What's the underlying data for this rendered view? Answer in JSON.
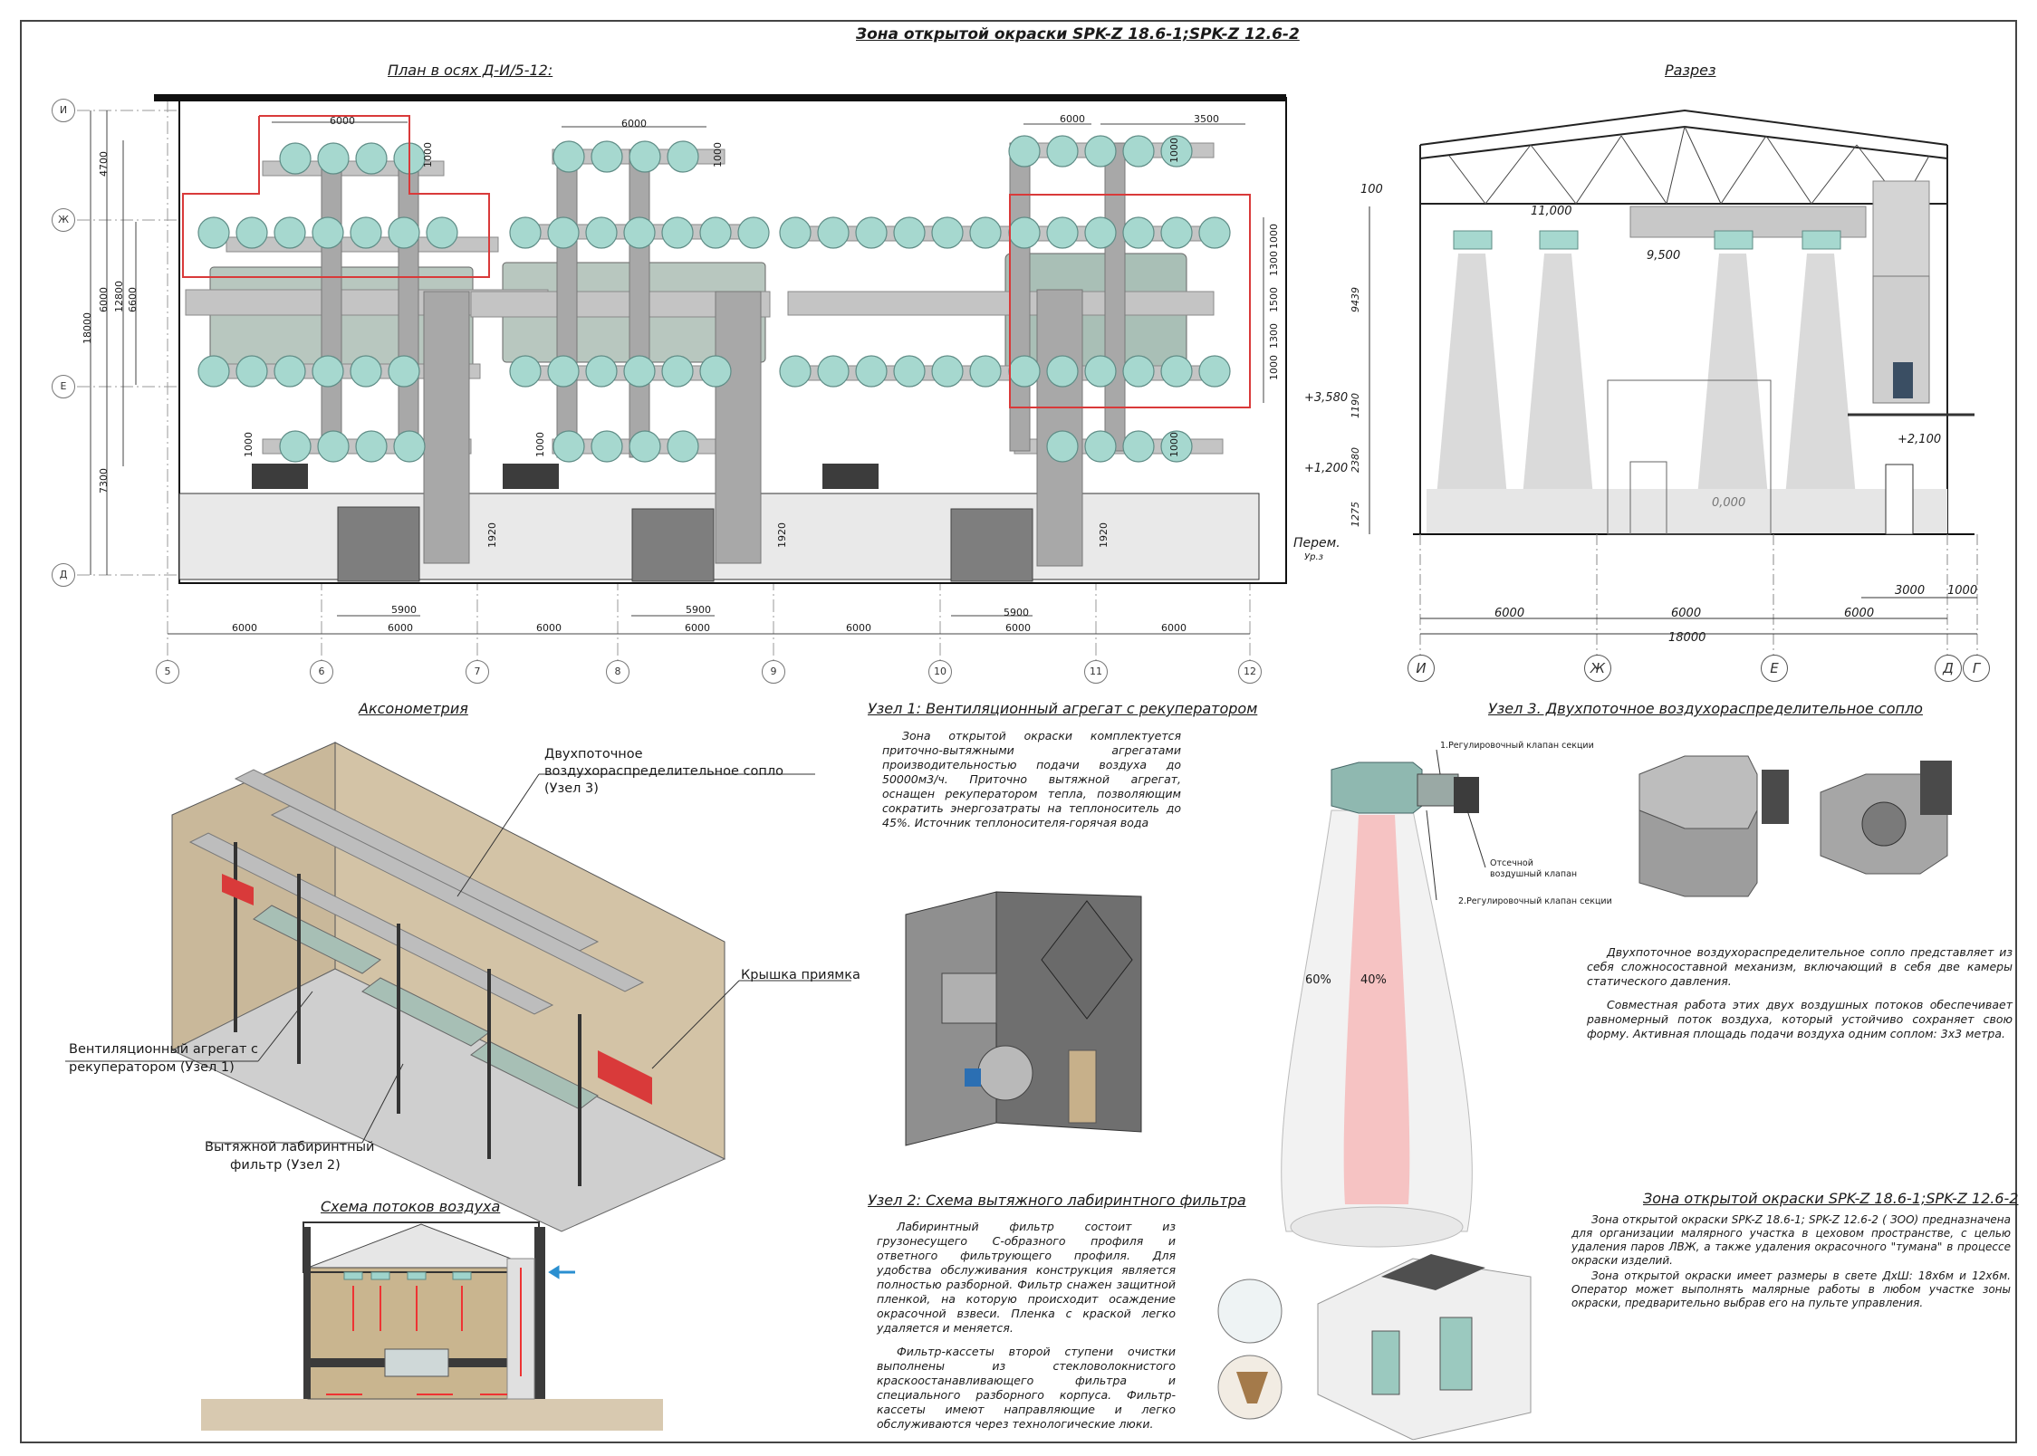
{
  "sheet": {
    "title": "Зона открытой окраски SPK-Z 18.6-1;SPK-Z 12.6-2"
  },
  "plan": {
    "title": "План в осях Д-И/5-12:",
    "row_axes": [
      "И",
      "Ж",
      "Е",
      "Д"
    ],
    "col_axes": [
      "5",
      "6",
      "7",
      "8",
      "9",
      "10",
      "11",
      "12"
    ],
    "bottom_dims": [
      "6000",
      "6000",
      "6000",
      "6000",
      "6000",
      "6000",
      "6000"
    ],
    "sub_dims": [
      "5900",
      "5900",
      "5900"
    ],
    "top_dims": [
      "6000",
      "6000",
      "6000",
      "3500"
    ],
    "left_outer": "18000",
    "left_inner": [
      "4700",
      "6000",
      "12800",
      "6600",
      "7300"
    ],
    "small_dims": [
      "1000",
      "1000",
      "1000",
      "1000",
      "1000",
      "1000"
    ],
    "right_dims": [
      "1000",
      "1300",
      "1500",
      "1300",
      "1000"
    ],
    "pit_dims": [
      "1920",
      "1920",
      "1920"
    ]
  },
  "section": {
    "title": "Разрез",
    "levels": [
      "11,000",
      "9,500",
      "+3,580",
      "+1,200",
      "0,000",
      "+2,100",
      "100"
    ],
    "left_dims": [
      "9439",
      "1190",
      "2380",
      "1275"
    ],
    "ground_label": "Перем.",
    "ground_sub": "Ур.з",
    "axes": [
      "И",
      "Ж",
      "Е",
      "Д",
      "Г"
    ],
    "bottom_dims": [
      "6000",
      "6000",
      "6000",
      "3000",
      "1000"
    ],
    "total": "18000"
  },
  "axo": {
    "title": "Аксонометрия",
    "callout_nozzle": "Двухпоточное воздухораспределительное сопло (Узел 3)",
    "callout_pit": "Крышка приямка",
    "callout_unit_l1": "Вентиляционный агрегат с",
    "callout_unit_l2": "рекуператором (Узел 1)",
    "callout_filter_l1": "Вытяжной лабиринтный",
    "callout_filter_l2": "фильтр (Узел 2)"
  },
  "flows": {
    "title": "Схема потоков воздуха"
  },
  "node1": {
    "title": "Узел 1: Вентиляционный агрегат с рекуператором",
    "text": "Зона открытой окраски комплектуется приточно-вытяжными агрегатами производительностью подачи воздуха до 50000м3/ч. Приточно вытяжной агрегат, оснащен рекуператором тепла, позволяющим сократить энергозатраты на теплоноситель до 45%. Источник теплоносителя-горячая вода"
  },
  "node2": {
    "title": "Узел 2: Схема вытяжного лабиринтного фильтра",
    "text1": "Лабиринтный фильтр состоит из грузонесущего С-образного профиля и ответного фильтрующего профиля. Для удобства обслуживания конструкция является полностью разборной. Фильтр снажен защитной пленкой, на которую происходит осаждение окрасочной взвеси. Пленка с краской легко удаляется и меняется.",
    "text2": "Фильтр-кассеты второй ступени очистки выполнены из стекловолокнистого краскоостанавливающего фильтра и специального разборного корпуса. Фильтр-кассеты имеют направляющие и легко обслуживаются через технологические люки."
  },
  "node3": {
    "title": "Узел 3. Двухпоточное воздухораспределительное сопло",
    "label_valve1": "1.Регулировочный клапан секции",
    "label_cutoff_l1": "Отсечной",
    "label_cutoff_l2": "воздушный клапан",
    "label_valve2": "2.Регулировочный клапан секции",
    "pct_left": "60%",
    "pct_right": "40%",
    "text1": "Двухпоточное воздухораспределительное сопло представляет из себя сложносоставной механизм, включающий в себя две камеры статического давления.",
    "text2": "Совместная работа этих двух воздушных потоков обеспечивает равномерный поток воздуха, который устойчиво сохраняет свою форму. Активная площадь подачи воздуха одним соплом: 3х3 метра."
  },
  "summary": {
    "title": "Зона открытой окраски SPK-Z 18.6-1;SPK-Z 12.6-2",
    "text1": "Зона открытой окраски SPK-Z 18.6-1; SPK-Z 12.6-2 ( ЗОО) предназначена для организации малярного участка в цеховом пространстве, с целью удаления паров ЛВЖ, а также удаления окрасочного \"тумана\" в процессе окраски изделий.",
    "text2": "Зона открытой окраски имеет размеры в свете ДхШ: 18х6м и 12х6м. Оператор может выполнять малярные работы в любом участке зоны окраски, предварительно выбрав его на пульте управления."
  },
  "colors": {
    "accent_red": "#d93a3a",
    "nozzle_teal": "#9fd4cc",
    "duct_gray": "#b9b9b9",
    "frame_dark": "#2a2a2a"
  }
}
